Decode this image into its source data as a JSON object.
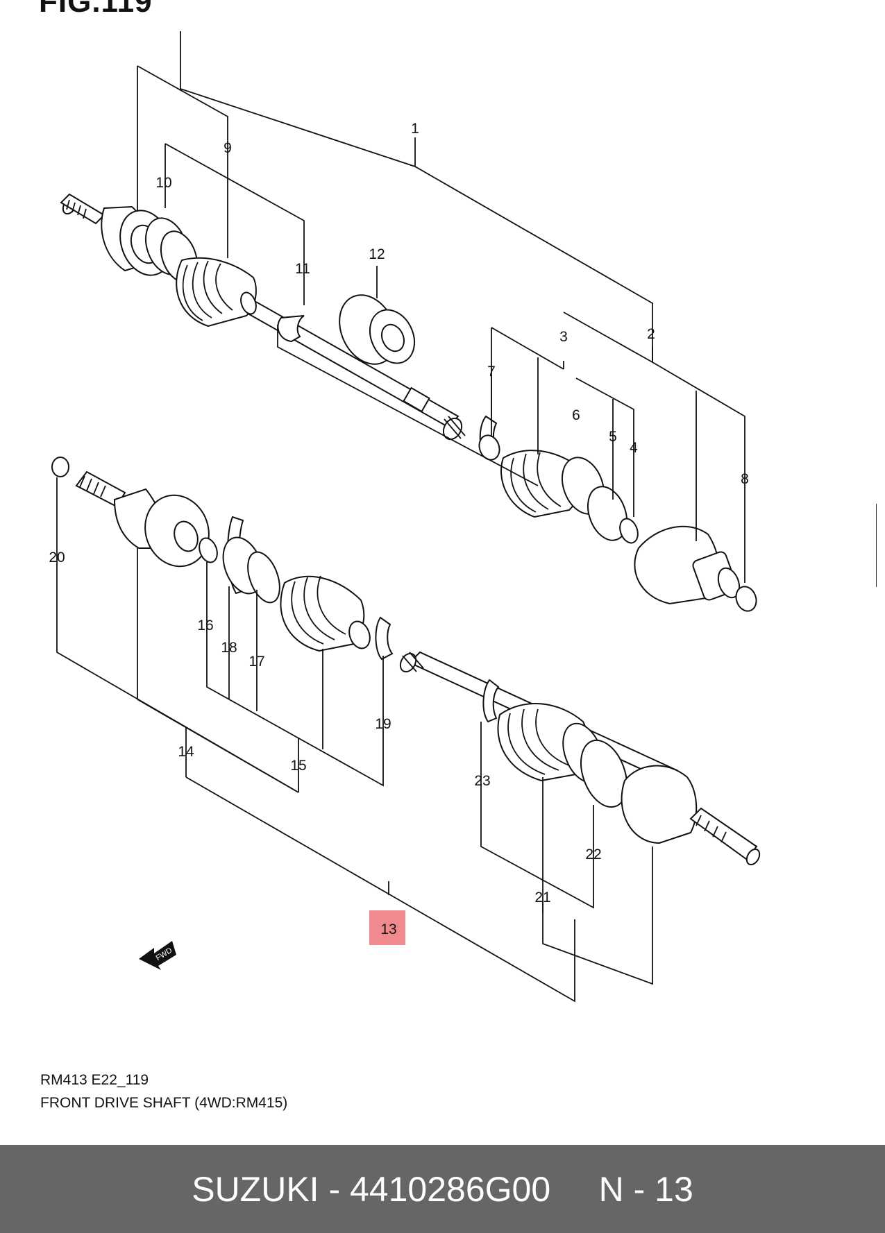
{
  "figure": {
    "title": "FIG.119"
  },
  "callouts": [
    "1",
    "2",
    "3",
    "4",
    "5",
    "6",
    "7",
    "8",
    "9",
    "10",
    "11",
    "12",
    "13",
    "14",
    "15",
    "16",
    "17",
    "18",
    "19",
    "20",
    "21",
    "22",
    "23"
  ],
  "highlighted_callout": "13",
  "direction_marker": "FWD",
  "caption": {
    "code": "RM413 E22_119",
    "description": "FRONT DRIVE SHAFT (4WD:RM415)"
  },
  "footer": {
    "brand": "SUZUKI",
    "part_number": "4410286G00",
    "position": "N - 13",
    "text": "SUZUKI - 4410286G00     N - 13"
  },
  "colors": {
    "highlight": "#f08a8e",
    "footer_bg": "#666666",
    "footer_text": "#ffffff",
    "line": "#111111"
  }
}
